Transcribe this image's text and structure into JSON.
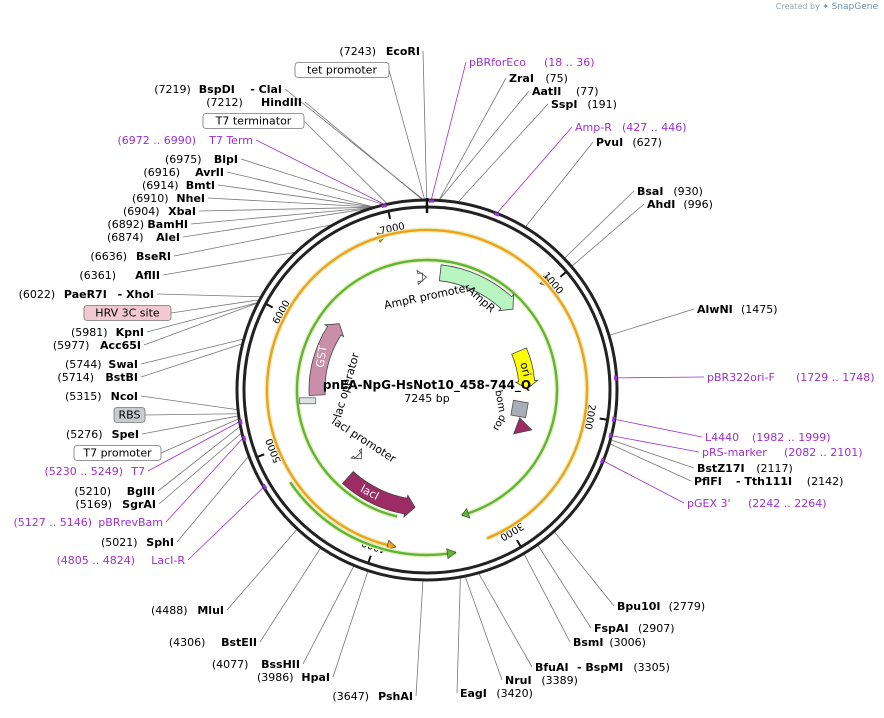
{
  "credit": {
    "prefix": "Created by",
    "brand": "SnapGene"
  },
  "plasmid": {
    "name": "pnEA-NpG-HsNot10_458-744_Q",
    "length_label": "7245 bp",
    "length": 7245
  },
  "colors": {
    "primer": "#9b30d0",
    "enzyme_text": "#000000",
    "site_text": "#333333",
    "ampr": "#b8f5c0",
    "ori": "#ffff00",
    "laci": "#9e2c64",
    "gst": "#c98fa8",
    "rop": "#9e2c64",
    "bom": "#a9aeb5",
    "orange_orf": "#f0a11a",
    "green_orf": "#5fb53a",
    "rbs_box": "#c8ccd0",
    "hrv_box": "#f2c8d4"
  },
  "ruler": [
    {
      "pos": 1000,
      "label": "1000"
    },
    {
      "pos": 2000,
      "label": "2000"
    },
    {
      "pos": 3000,
      "label": "3000"
    },
    {
      "pos": 4000,
      "label": "4000"
    },
    {
      "pos": 5000,
      "label": "5000"
    },
    {
      "pos": 6000,
      "label": "6000"
    },
    {
      "pos": 7000,
      "label": "7000"
    }
  ],
  "labels_left": [
    {
      "bp": 7243,
      "pos": "(7243)",
      "name": "EcoRI"
    },
    {
      "bp": 7219,
      "pos": "(7219)",
      "name": "BspDI",
      "extra": "- ClaI"
    },
    {
      "bp": 7212,
      "pos": "(7212)",
      "name": "HindIII"
    },
    {
      "bp": 6975,
      "pos": "(6975)",
      "name": "BlpI"
    },
    {
      "bp": 6916,
      "pos": "(6916)",
      "name": "AvrII"
    },
    {
      "bp": 6914,
      "pos": "(6914)",
      "name": "BmtI"
    },
    {
      "bp": 6910,
      "pos": "(6910)",
      "name": "NheI"
    },
    {
      "bp": 6904,
      "pos": "(6904)",
      "name": "XbaI"
    },
    {
      "bp": 6892,
      "pos": "(6892)",
      "name": "BamHI"
    },
    {
      "bp": 6874,
      "pos": "(6874)",
      "name": "AleI"
    },
    {
      "bp": 6636,
      "pos": "(6636)",
      "name": "BseRI"
    },
    {
      "bp": 6361,
      "pos": "(6361)",
      "name": "AflII"
    },
    {
      "bp": 6022,
      "pos": "(6022)",
      "name": "PaeR7I",
      "extra": "- XhoI"
    },
    {
      "bp": 5981,
      "pos": "(5981)",
      "name": "KpnI"
    },
    {
      "bp": 5977,
      "pos": "(5977)",
      "name": "Acc65I"
    },
    {
      "bp": 5744,
      "pos": "(5744)",
      "name": "SwaI"
    },
    {
      "bp": 5714,
      "pos": "(5714)",
      "name": "BstBI"
    },
    {
      "bp": 5315,
      "pos": "(5315)",
      "name": "NcoI"
    },
    {
      "bp": 5276,
      "pos": "(5276)",
      "name": "SpeI"
    },
    {
      "bp": 5210,
      "pos": "(5210)",
      "name": "BglII"
    },
    {
      "bp": 5169,
      "pos": "(5169)",
      "name": "SgrAI"
    },
    {
      "bp": 5021,
      "pos": "(5021)",
      "name": "SphI"
    },
    {
      "bp": 4488,
      "pos": "(4488)",
      "name": "MluI"
    },
    {
      "bp": 4306,
      "pos": "(4306)",
      "name": "BstEII"
    },
    {
      "bp": 4077,
      "pos": "(4077)",
      "name": "BssHII"
    },
    {
      "bp": 3986,
      "pos": "(3986)",
      "name": "HpaI"
    },
    {
      "bp": 3647,
      "pos": "(3647)",
      "name": "PshAI"
    }
  ],
  "labels_right": [
    {
      "bp": 75,
      "name": "ZraI",
      "pos": "(75)"
    },
    {
      "bp": 77,
      "name": "AatII",
      "pos": "(77)"
    },
    {
      "bp": 191,
      "name": "SspI",
      "pos": "(191)"
    },
    {
      "bp": 627,
      "name": "PvuI",
      "pos": "(627)"
    },
    {
      "bp": 930,
      "name": "BsaI",
      "pos": "(930)"
    },
    {
      "bp": 996,
      "name": "AhdI",
      "pos": "(996)"
    },
    {
      "bp": 1475,
      "name": "AlwNI",
      "pos": "(1475)"
    },
    {
      "bp": 2117,
      "name": "BstZ17I",
      "pos": "(2117)"
    },
    {
      "bp": 2142,
      "name": "PflFI",
      "extra": "- Tth111I",
      "pos": "(2142)"
    },
    {
      "bp": 2779,
      "name": "Bpu10I",
      "pos": "(2779)"
    },
    {
      "bp": 2907,
      "name": "FspAI",
      "pos": "(2907)"
    },
    {
      "bp": 3006,
      "name": "BsmI",
      "pos": "(3006)"
    },
    {
      "bp": 3305,
      "name": "BfuAI",
      "extra": "- BspMI",
      "pos": "(3305)"
    },
    {
      "bp": 3389,
      "name": "NruI",
      "pos": "(3389)"
    },
    {
      "bp": 3420,
      "name": "EagI",
      "pos": "(3420)"
    }
  ],
  "primers": [
    {
      "bp": 27,
      "name": "pBRforEco",
      "range": "(18 .. 36)"
    },
    {
      "bp": 436,
      "name": "Amp-R",
      "range": "(427 .. 446)"
    },
    {
      "bp": 1738,
      "name": "pBR322ori-F",
      "range": "(1729 .. 1748)"
    },
    {
      "bp": 1990,
      "name": "L4440",
      "range": "(1982 .. 1999)"
    },
    {
      "bp": 2091,
      "name": "pRS-marker",
      "range": "(2082 .. 2101)"
    },
    {
      "bp": 2253,
      "name": "pGEX 3'",
      "range": "(2242 .. 2264)"
    },
    {
      "bp": 6981,
      "name": "T7 Term",
      "range": "(6972 .. 6990)"
    },
    {
      "bp": 5239,
      "name": "T7",
      "range": "(5230 .. 5249)"
    },
    {
      "bp": 5136,
      "name": "pBRrevBam",
      "range": "(5127 .. 5146)"
    },
    {
      "bp": 4814,
      "name": "LacI-R",
      "range": "(4805 .. 4824)"
    }
  ],
  "boxed_features": [
    {
      "bp": 7230,
      "name": "tet promoter",
      "style": "plain"
    },
    {
      "bp": 7000,
      "name": "T7 terminator",
      "style": "plain"
    },
    {
      "bp": 6000,
      "name": "HRV 3C site",
      "style": "hrv"
    },
    {
      "bp": 5290,
      "name": "RBS",
      "style": "rbs"
    },
    {
      "bp": 5258,
      "name": "T7 promoter",
      "style": "plain"
    }
  ],
  "inner_labels": {
    "ampr_promoter": "AmpR promoter",
    "ampr": "AmpR",
    "ori": "ori",
    "bom": "bom",
    "rop": "rop",
    "laci_promoter": "lacI promoter",
    "laci": "lacI",
    "gst": "GST",
    "lac_operator": "lac operator"
  }
}
